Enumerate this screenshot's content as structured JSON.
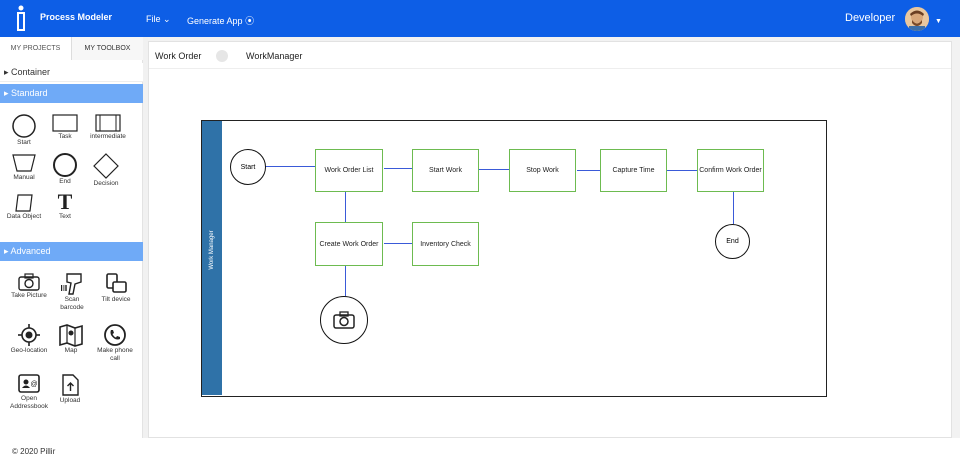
{
  "header": {
    "app_name": "Process Modeler",
    "file_menu": "File",
    "generate_menu": "Generate App",
    "user_name": "Developer"
  },
  "sidebar": {
    "tab_projects": "MY PROJECTS",
    "tab_toolbox": "MY TOOLBOX",
    "container_label": "Container",
    "standard_label": "Standard",
    "standard_tools": [
      "Start",
      "Task",
      "intermediate",
      "Manual",
      "End",
      "Decision",
      "Data Object",
      "Text"
    ],
    "advanced_label": "Advanced",
    "advanced_tools": [
      "Take Picture",
      "Scan barcode",
      "Tilt device",
      "Geo-location",
      "Map",
      "Make phone call",
      "Open Addressbook",
      "Upload"
    ]
  },
  "breadcrumb": {
    "item1": "Work Order",
    "item2": "WorkManager"
  },
  "diagram": {
    "lane_label": "Work Manager",
    "start": "Start",
    "end": "End",
    "tasks": {
      "work_order_list": "Work Order List",
      "start_work": "Start Work",
      "stop_work": "Stop Work",
      "capture_time": "Capture Time",
      "confirm_work_order": "Confirm Work Order",
      "create_work_order": "Create Work Order",
      "inventory_check": "Inventory Check"
    }
  },
  "footer": {
    "copyright": "© 2020 Pillir"
  },
  "colors": {
    "topbar": "#0d5ee6",
    "section_active": "#6faaf7",
    "lane": "#2f72a8",
    "task_border": "#6dbb50",
    "connector": "#3a5ad8"
  }
}
